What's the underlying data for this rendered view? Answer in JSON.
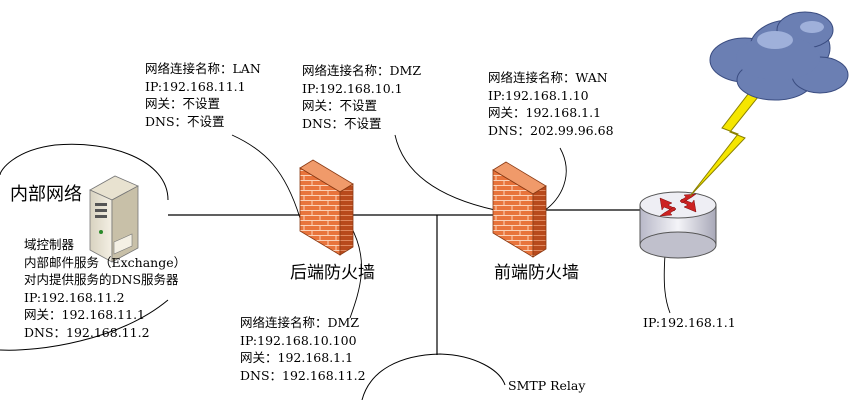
{
  "lan_label": {
    "lines": [
      "网络连接名称：LAN",
      "IP:192.168.11.1",
      "网关：不设置",
      "DNS：不设置"
    ]
  },
  "dmz_top_label": {
    "lines": [
      "网络连接名称：DMZ",
      "IP:192.168.10.1",
      "网关：不设置",
      "DNS：不设置"
    ]
  },
  "wan_label": {
    "lines": [
      "网络连接名称：WAN",
      "IP:192.168.1.10",
      "网关：192.168.1.1",
      "DNS：202.99.96.68"
    ]
  },
  "internal_network": {
    "title": "内部网络",
    "lines": [
      "域控制器",
      "内部邮件服务（Exchange）",
      "对内提供服务的DNS服务器",
      "IP:192.168.11.2",
      "网关：192.168.11.1",
      "DNS：192.168.11.2"
    ]
  },
  "back_firewall": {
    "name": "后端防火墙"
  },
  "front_firewall": {
    "name": "前端防火墙"
  },
  "dmz_bottom_label": {
    "lines": [
      "网络连接名称：DMZ",
      "IP:192.168.10.100",
      "网关：192.168.1.1",
      "DNS：192.168.11.2"
    ]
  },
  "router": {
    "ip": "IP:192.168.1.1"
  },
  "dmz_server": {
    "lines": [
      "SMTP Relay"
    ]
  },
  "colors": {
    "firewall": "#e8743c",
    "firewall_dark": "#b84a1c",
    "router_body": "#e6e6ee",
    "router_top": "#cc2222",
    "cloud": "#6b7fb3",
    "lightning": "#f5e600"
  }
}
